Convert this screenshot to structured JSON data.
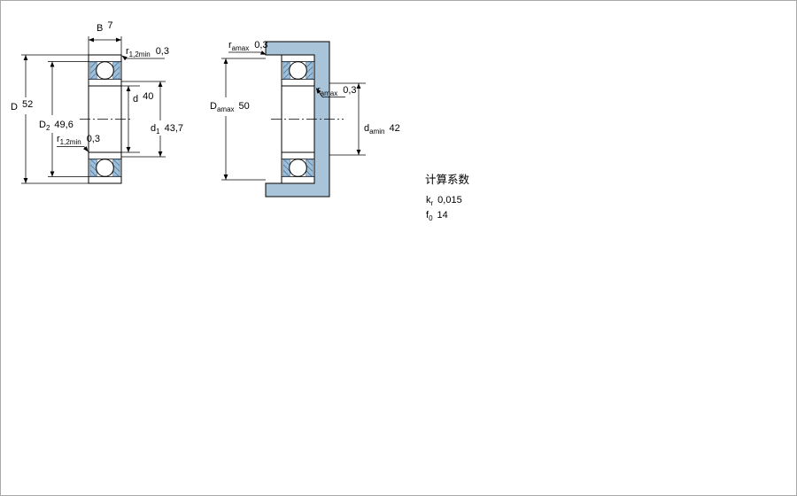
{
  "colors": {
    "housing": "#a9c3d8",
    "seal_fill": "#9fc0d8",
    "seal_hatch": "#39648e",
    "line": "#000000"
  },
  "left_view": {
    "dims": {
      "B": {
        "sym": "B",
        "sub": "",
        "value": "7"
      },
      "r12_top": {
        "sym": "r",
        "sub": "1,2min",
        "value": "0,3"
      },
      "D": {
        "sym": "D",
        "sub": "",
        "value": "52"
      },
      "D2": {
        "sym": "D",
        "sub": "2",
        "value": "49,6"
      },
      "r12_bottom": {
        "sym": "r",
        "sub": "1,2min",
        "value": "0,3"
      },
      "d": {
        "sym": "d",
        "sub": "",
        "value": "40"
      },
      "d1": {
        "sym": "d",
        "sub": "1",
        "value": "43,7"
      }
    }
  },
  "right_view": {
    "dims": {
      "ra_top": {
        "sym": "r",
        "sub": "amax",
        "value": "0,3"
      },
      "Da": {
        "sym": "D",
        "sub": "amax",
        "value": "50"
      },
      "ra_mid": {
        "sym": "r",
        "sub": "amax",
        "value": "0,3"
      },
      "da": {
        "sym": "d",
        "sub": "amin",
        "value": "42"
      }
    }
  },
  "calculation_factors": {
    "title": "计算系数",
    "rows": [
      {
        "sym": "k",
        "sub": "r",
        "value": "0,015"
      },
      {
        "sym": "f",
        "sub": "0",
        "value": "14"
      }
    ]
  }
}
